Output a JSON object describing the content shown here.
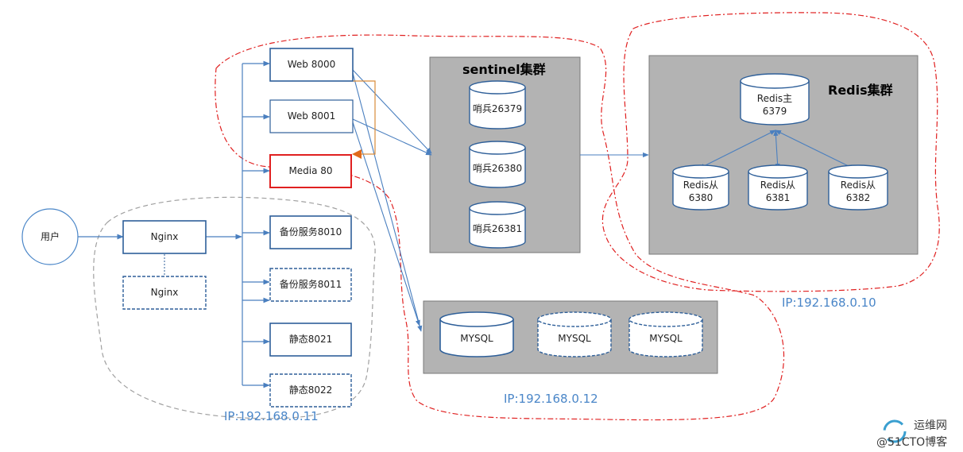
{
  "user": {
    "label": "用户"
  },
  "nginx": [
    {
      "label": "Nginx",
      "style": "solid"
    },
    {
      "label": "Nginx",
      "style": "dashed"
    }
  ],
  "app_nodes": [
    {
      "label": "Web 8000",
      "style": "solid"
    },
    {
      "label": "Web 8001",
      "style": "solid"
    },
    {
      "label": "Media 80",
      "style": "highlight"
    },
    {
      "label": "备份服务8010",
      "style": "solid"
    },
    {
      "label": "备份服务8011",
      "style": "dashed"
    },
    {
      "label": "静态8021",
      "style": "solid"
    },
    {
      "label": "静态8022",
      "style": "dashed"
    }
  ],
  "sentinel": {
    "title": "sentinel集群",
    "nodes": [
      "哨兵26379",
      "哨兵26380",
      "哨兵26381"
    ]
  },
  "redis": {
    "title": "Redis集群",
    "master": {
      "line1": "Redis主",
      "line2": "6379"
    },
    "slaves": [
      {
        "line1": "Redis从",
        "line2": "6380"
      },
      {
        "line1": "Redis从",
        "line2": "6381"
      },
      {
        "line1": "Redis从",
        "line2": "6382"
      }
    ]
  },
  "mysql": {
    "nodes": [
      {
        "label": "MYSQL",
        "style": "solid"
      },
      {
        "label": "MYSQL",
        "style": "dashed"
      },
      {
        "label": "MYSQL",
        "style": "dashed"
      }
    ]
  },
  "ips": {
    "nginx_zone": "IP:192.168.0.11",
    "mysql_zone": "IP:192.168.0.12",
    "redis_zone": "IP:192.168.0.10"
  },
  "watermark": {
    "top": "运维网",
    "bottom": "@51CTO博客"
  },
  "colors": {
    "box_border": "#2e5f99",
    "highlight_border": "#e02020",
    "arrow": "#4a7fbf",
    "cluster_fill": "#b3b3b3",
    "zone_red": "#e02020",
    "zone_gray": "#a0a0a0",
    "ip_text": "#4a86c8"
  }
}
